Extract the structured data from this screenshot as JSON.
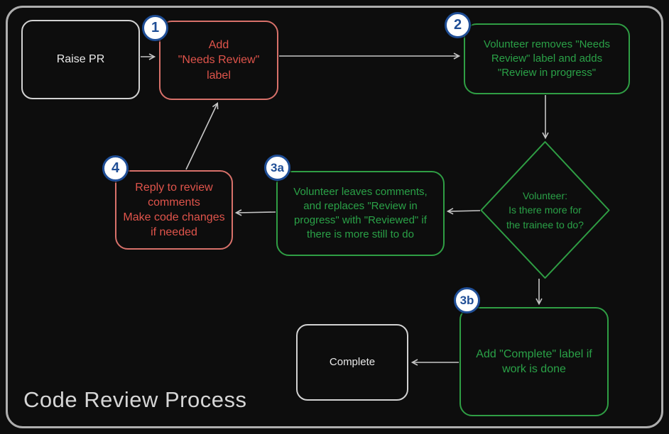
{
  "title": "Code Review Process",
  "colors": {
    "background": "#0d0d0d",
    "frame_border": "#aeaeae",
    "red_border": "#d8716a",
    "red_text": "#e0544b",
    "green": "#2f9e44",
    "gray_node": "#d2d2d2",
    "arrow": "#c6c6c6",
    "badge_blue": "#1f4e96",
    "badge_fill": "#ffffff"
  },
  "nodes": {
    "raise_pr": {
      "label": "Raise PR"
    },
    "step1": {
      "badge": "1",
      "label": "Add\n\"Needs Review\"\nlabel"
    },
    "step2": {
      "badge": "2",
      "label": "Volunteer removes \"Needs\nReview\" label and adds\n\"Review in progress\""
    },
    "decision": {
      "label": "Volunteer:\nIs there more for\nthe trainee to do?"
    },
    "step3a": {
      "badge": "3a",
      "label": "Volunteer leaves comments,\nand replaces \"Review in\nprogress\" with \"Reviewed\" if\nthere is more still to do"
    },
    "step4": {
      "badge": "4",
      "label": "Reply to review\ncomments\nMake code changes\nif needed"
    },
    "step3b": {
      "badge": "3b",
      "label": "Add \"Complete\" label if\nwork is done"
    },
    "complete": {
      "label": "Complete"
    }
  },
  "edges": [
    "raise_pr -> step1",
    "step1 -> step2",
    "step2 -> decision",
    "decision -> step3a",
    "step3a -> step4",
    "step4 -> step1",
    "decision -> step3b",
    "step3b -> complete"
  ]
}
